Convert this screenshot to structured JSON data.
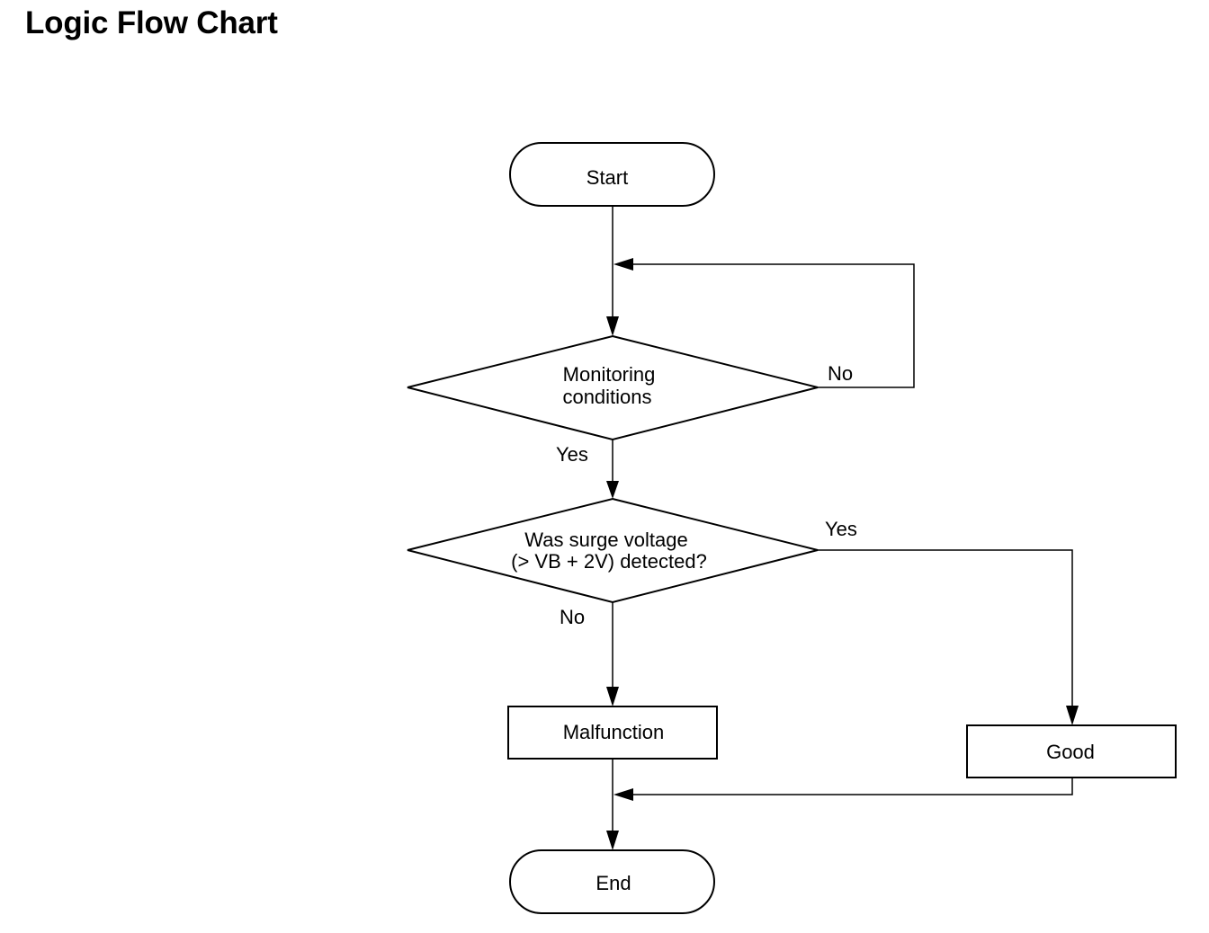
{
  "title": "Logic Flow Chart",
  "nodes": {
    "start": "Start",
    "monitoring": [
      "Monitoring",
      "conditions"
    ],
    "surge": [
      "Was surge voltage",
      "(> VB + 2V) detected?"
    ],
    "malfunction": "Malfunction",
    "good": "Good",
    "end": "End"
  },
  "edges": {
    "monitoring_no": "No",
    "monitoring_yes": "Yes",
    "surge_yes": "Yes",
    "surge_no": "No"
  }
}
